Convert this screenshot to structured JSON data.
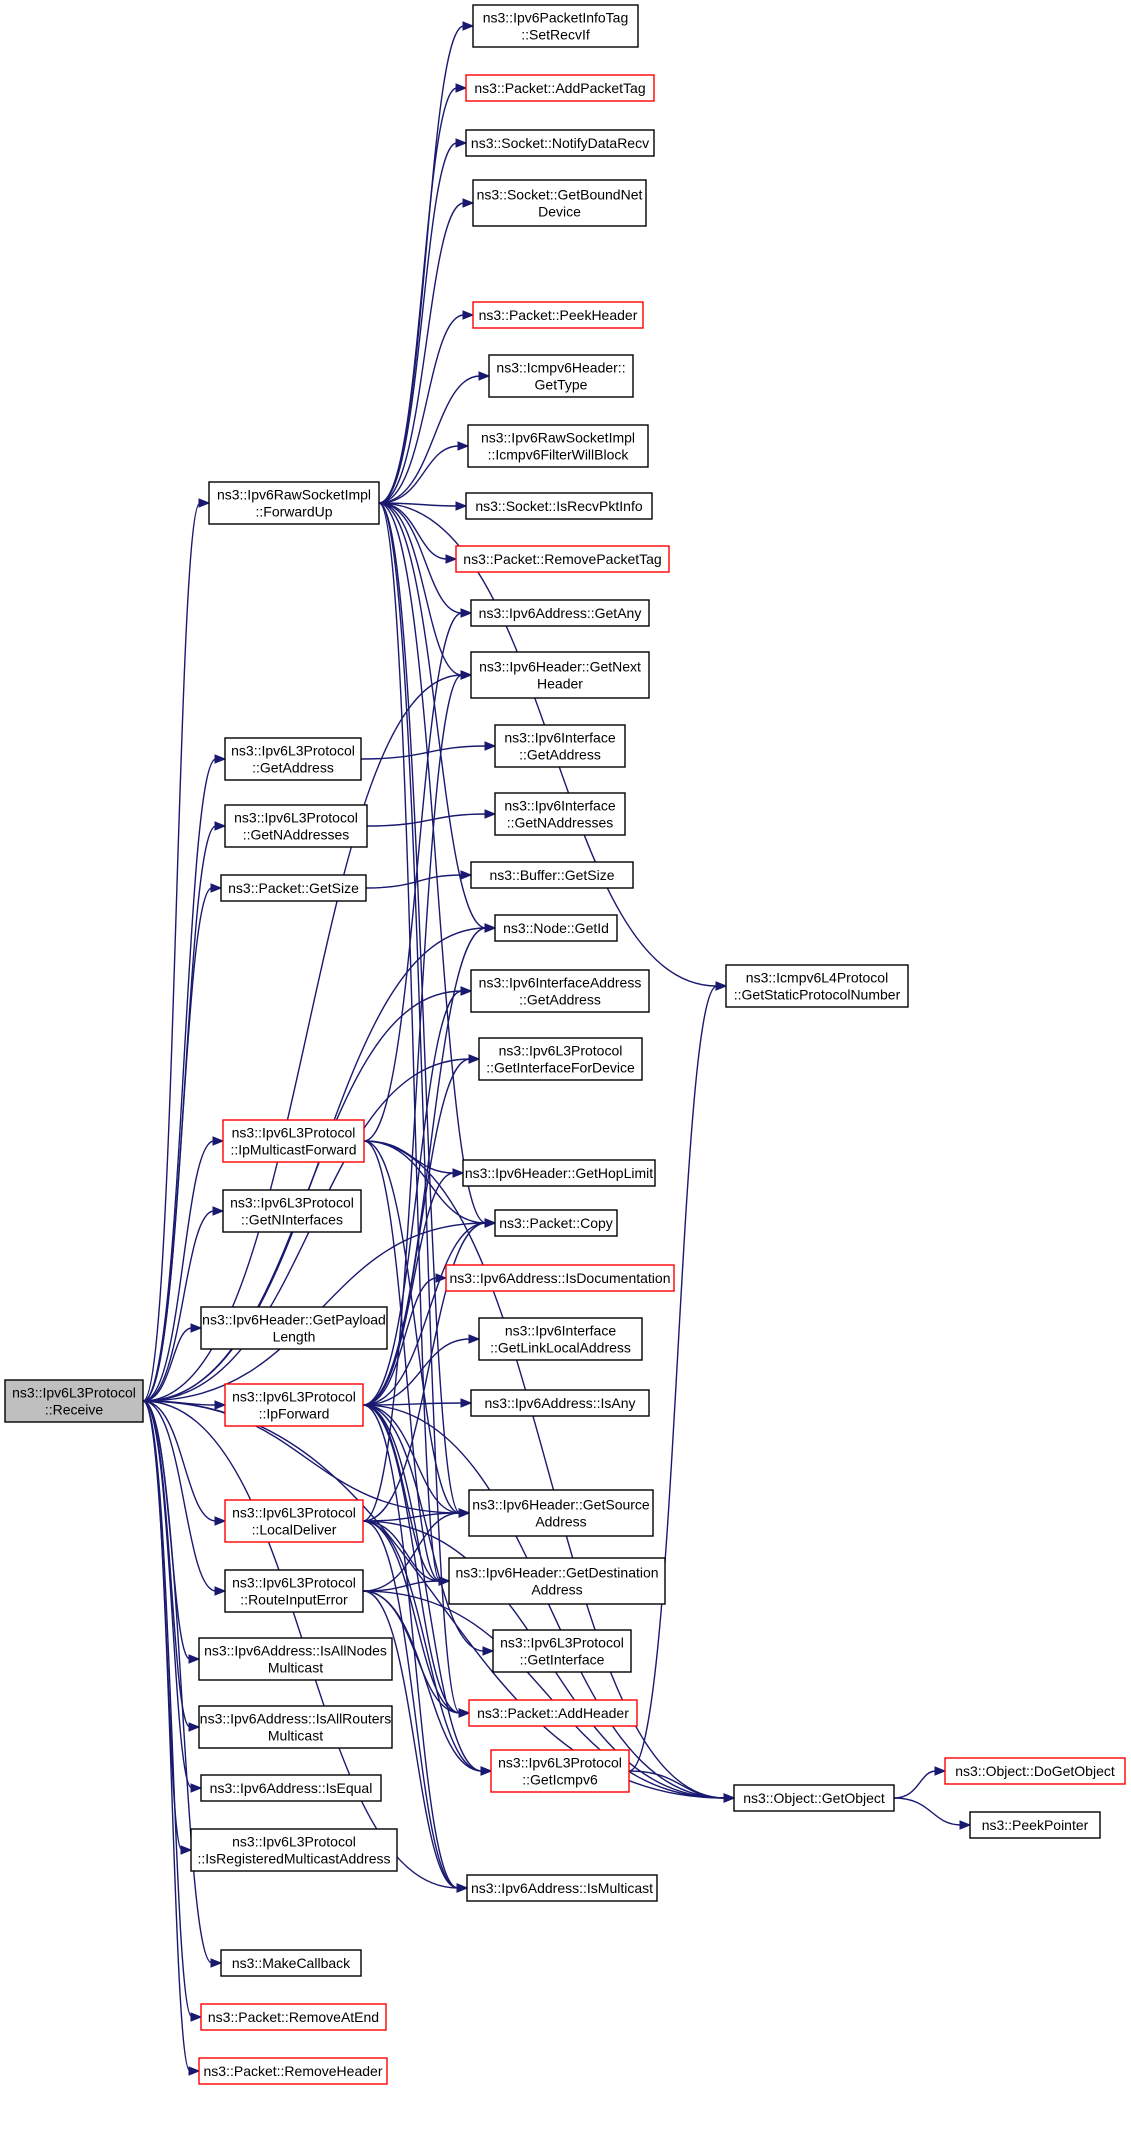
{
  "colors": {
    "edge": "#191970",
    "border_default": "#000000",
    "border_truncated": "#ff0000",
    "fill_root": "#bfbfbf",
    "fill_default": "#ffffff"
  },
  "nodes": [
    {
      "id": "receive",
      "label": [
        "ns3::Ipv6L3Protocol",
        "::Receive"
      ],
      "style": "root"
    },
    {
      "id": "fwdup",
      "label": [
        "ns3::Ipv6RawSocketImpl",
        "::ForwardUp"
      ],
      "style": "normal"
    },
    {
      "id": "getaddr",
      "label": [
        "ns3::Ipv6L3Protocol",
        "::GetAddress"
      ],
      "style": "normal"
    },
    {
      "id": "getnaddr",
      "label": [
        "ns3::Ipv6L3Protocol",
        "::GetNAddresses"
      ],
      "style": "normal"
    },
    {
      "id": "pktsize",
      "label": [
        "ns3::Packet::GetSize"
      ],
      "style": "normal"
    },
    {
      "id": "ipmcast",
      "label": [
        "ns3::Ipv6L3Protocol",
        "::IpMulticastForward"
      ],
      "style": "red"
    },
    {
      "id": "getnif",
      "label": [
        "ns3::Ipv6L3Protocol",
        "::GetNInterfaces"
      ],
      "style": "normal"
    },
    {
      "id": "payload",
      "label": [
        "ns3::Ipv6Header::GetPayload",
        "Length"
      ],
      "style": "normal"
    },
    {
      "id": "ipfwd",
      "label": [
        "ns3::Ipv6L3Protocol",
        "::IpForward"
      ],
      "style": "red"
    },
    {
      "id": "localdel",
      "label": [
        "ns3::Ipv6L3Protocol",
        "::LocalDeliver"
      ],
      "style": "red"
    },
    {
      "id": "routeerr",
      "label": [
        "ns3::Ipv6L3Protocol",
        "::RouteInputError"
      ],
      "style": "normal"
    },
    {
      "id": "allnodes",
      "label": [
        "ns3::Ipv6Address::IsAllNodes",
        "Multicast"
      ],
      "style": "normal"
    },
    {
      "id": "allrouters",
      "label": [
        "ns3::Ipv6Address::IsAllRouters",
        "Multicast"
      ],
      "style": "normal"
    },
    {
      "id": "isequal",
      "label": [
        "ns3::Ipv6Address::IsEqual"
      ],
      "style": "normal"
    },
    {
      "id": "isregmc",
      "label": [
        "ns3::Ipv6L3Protocol",
        "::IsRegisteredMulticastAddress"
      ],
      "style": "normal"
    },
    {
      "id": "makecb",
      "label": [
        "ns3::MakeCallback"
      ],
      "style": "normal"
    },
    {
      "id": "rmatend",
      "label": [
        "ns3::Packet::RemoveAtEnd"
      ],
      "style": "red"
    },
    {
      "id": "rmheader",
      "label": [
        "ns3::Packet::RemoveHeader"
      ],
      "style": "red"
    },
    {
      "id": "setrecvif",
      "label": [
        "ns3::Ipv6PacketInfoTag",
        "::SetRecvIf"
      ],
      "style": "normal"
    },
    {
      "id": "addpkttag",
      "label": [
        "ns3::Packet::AddPacketTag"
      ],
      "style": "red"
    },
    {
      "id": "notify",
      "label": [
        "ns3::Socket::NotifyDataRecv"
      ],
      "style": "normal"
    },
    {
      "id": "boundnet",
      "label": [
        "ns3::Socket::GetBoundNet",
        "Device"
      ],
      "style": "normal"
    },
    {
      "id": "peekhdr",
      "label": [
        "ns3::Packet::PeekHeader"
      ],
      "style": "red"
    },
    {
      "id": "icmptype",
      "label": [
        "ns3::Icmpv6Header::",
        "GetType"
      ],
      "style": "normal"
    },
    {
      "id": "filterblock",
      "label": [
        "ns3::Ipv6RawSocketImpl",
        "::Icmpv6FilterWillBlock"
      ],
      "style": "normal"
    },
    {
      "id": "isrecvpkt",
      "label": [
        "ns3::Socket::IsRecvPktInfo"
      ],
      "style": "normal"
    },
    {
      "id": "rmpkttag",
      "label": [
        "ns3::Packet::RemovePacketTag"
      ],
      "style": "red"
    },
    {
      "id": "getany",
      "label": [
        "ns3::Ipv6Address::GetAny"
      ],
      "style": "normal"
    },
    {
      "id": "getnext",
      "label": [
        "ns3::Ipv6Header::GetNext",
        "Header"
      ],
      "style": "normal"
    },
    {
      "id": "ifgetaddr",
      "label": [
        "ns3::Ipv6Interface",
        "::GetAddress"
      ],
      "style": "normal"
    },
    {
      "id": "ifgetnaddr",
      "label": [
        "ns3::Ipv6Interface",
        "::GetNAddresses"
      ],
      "style": "normal"
    },
    {
      "id": "bufsize",
      "label": [
        "ns3::Buffer::GetSize"
      ],
      "style": "normal"
    },
    {
      "id": "nodeid",
      "label": [
        "ns3::Node::GetId"
      ],
      "style": "normal"
    },
    {
      "id": "ifaddrget",
      "label": [
        "ns3::Ipv6InterfaceAddress",
        "::GetAddress"
      ],
      "style": "normal"
    },
    {
      "id": "getiffordev",
      "label": [
        "ns3::Ipv6L3Protocol",
        "::GetInterfaceForDevice"
      ],
      "style": "normal"
    },
    {
      "id": "hoplimit",
      "label": [
        "ns3::Ipv6Header::GetHopLimit"
      ],
      "style": "normal"
    },
    {
      "id": "pktcopy",
      "label": [
        "ns3::Packet::Copy"
      ],
      "style": "normal"
    },
    {
      "id": "isdoc",
      "label": [
        "ns3::Ipv6Address::IsDocumentation"
      ],
      "style": "red"
    },
    {
      "id": "linklocal",
      "label": [
        "ns3::Ipv6Interface",
        "::GetLinkLocalAddress"
      ],
      "style": "normal"
    },
    {
      "id": "isany",
      "label": [
        "ns3::Ipv6Address::IsAny"
      ],
      "style": "normal"
    },
    {
      "id": "srcaddr",
      "label": [
        "ns3::Ipv6Header::GetSource",
        "Address"
      ],
      "style": "normal"
    },
    {
      "id": "dstaddr",
      "label": [
        "ns3::Ipv6Header::GetDestination",
        "Address"
      ],
      "style": "normal"
    },
    {
      "id": "getif",
      "label": [
        "ns3::Ipv6L3Protocol",
        "::GetInterface"
      ],
      "style": "normal"
    },
    {
      "id": "addhdr",
      "label": [
        "ns3::Packet::AddHeader"
      ],
      "style": "red"
    },
    {
      "id": "geticmp",
      "label": [
        "ns3::Ipv6L3Protocol",
        "::GetIcmpv6"
      ],
      "style": "red"
    },
    {
      "id": "ismcast",
      "label": [
        "ns3::Ipv6Address::IsMulticast"
      ],
      "style": "normal"
    },
    {
      "id": "staticnum",
      "label": [
        "ns3::Icmpv6L4Protocol",
        "::GetStaticProtocolNumber"
      ],
      "style": "normal"
    },
    {
      "id": "getobj",
      "label": [
        "ns3::Object::GetObject"
      ],
      "style": "normal"
    },
    {
      "id": "dogetobj",
      "label": [
        "ns3::Object::DoGetObject"
      ],
      "style": "red"
    },
    {
      "id": "peekptr",
      "label": [
        "ns3::PeekPointer"
      ],
      "style": "normal"
    }
  ],
  "edges": [
    [
      "receive",
      "fwdup"
    ],
    [
      "receive",
      "getaddr"
    ],
    [
      "receive",
      "getnaddr"
    ],
    [
      "receive",
      "pktsize"
    ],
    [
      "receive",
      "ipmcast"
    ],
    [
      "receive",
      "getnif"
    ],
    [
      "receive",
      "payload"
    ],
    [
      "receive",
      "ipfwd"
    ],
    [
      "receive",
      "localdel"
    ],
    [
      "receive",
      "routeerr"
    ],
    [
      "receive",
      "allnodes"
    ],
    [
      "receive",
      "allrouters"
    ],
    [
      "receive",
      "isequal"
    ],
    [
      "receive",
      "isregmc"
    ],
    [
      "receive",
      "makecb"
    ],
    [
      "receive",
      "rmatend"
    ],
    [
      "receive",
      "rmheader"
    ],
    [
      "receive",
      "getnext"
    ],
    [
      "receive",
      "nodeid"
    ],
    [
      "receive",
      "ifaddrget"
    ],
    [
      "receive",
      "getiffordev"
    ],
    [
      "receive",
      "pktcopy"
    ],
    [
      "receive",
      "srcaddr"
    ],
    [
      "receive",
      "ismcast"
    ],
    [
      "receive",
      "getobj"
    ],
    [
      "fwdup",
      "setrecvif"
    ],
    [
      "fwdup",
      "addpkttag"
    ],
    [
      "fwdup",
      "notify"
    ],
    [
      "fwdup",
      "boundnet"
    ],
    [
      "fwdup",
      "staticnum"
    ],
    [
      "fwdup",
      "peekhdr"
    ],
    [
      "fwdup",
      "icmptype"
    ],
    [
      "fwdup",
      "filterblock"
    ],
    [
      "fwdup",
      "isrecvpkt"
    ],
    [
      "fwdup",
      "rmpkttag"
    ],
    [
      "fwdup",
      "getany"
    ],
    [
      "fwdup",
      "getnext"
    ],
    [
      "fwdup",
      "nodeid"
    ],
    [
      "fwdup",
      "pktcopy"
    ],
    [
      "fwdup",
      "srcaddr"
    ],
    [
      "fwdup",
      "dstaddr"
    ],
    [
      "fwdup",
      "addhdr"
    ],
    [
      "getaddr",
      "ifgetaddr"
    ],
    [
      "getnaddr",
      "ifgetnaddr"
    ],
    [
      "pktsize",
      "bufsize"
    ],
    [
      "ipmcast",
      "getany"
    ],
    [
      "ipmcast",
      "hoplimit"
    ],
    [
      "ipmcast",
      "pktcopy"
    ],
    [
      "ipmcast",
      "srcaddr"
    ],
    [
      "ipmcast",
      "dstaddr"
    ],
    [
      "ipmcast",
      "getobj"
    ],
    [
      "ipfwd",
      "nodeid"
    ],
    [
      "ipfwd",
      "ifaddrget"
    ],
    [
      "ipfwd",
      "getiffordev"
    ],
    [
      "ipfwd",
      "hoplimit"
    ],
    [
      "ipfwd",
      "pktcopy"
    ],
    [
      "ipfwd",
      "isdoc"
    ],
    [
      "ipfwd",
      "linklocal"
    ],
    [
      "ipfwd",
      "isany"
    ],
    [
      "ipfwd",
      "srcaddr"
    ],
    [
      "ipfwd",
      "dstaddr"
    ],
    [
      "ipfwd",
      "getif"
    ],
    [
      "ipfwd",
      "addhdr"
    ],
    [
      "ipfwd",
      "geticmp"
    ],
    [
      "ipfwd",
      "ismcast"
    ],
    [
      "ipfwd",
      "getobj"
    ],
    [
      "localdel",
      "pktcopy"
    ],
    [
      "localdel",
      "getnext"
    ],
    [
      "localdel",
      "srcaddr"
    ],
    [
      "localdel",
      "dstaddr"
    ],
    [
      "localdel",
      "addhdr"
    ],
    [
      "localdel",
      "geticmp"
    ],
    [
      "localdel",
      "ismcast"
    ],
    [
      "localdel",
      "getobj"
    ],
    [
      "routeerr",
      "srcaddr"
    ],
    [
      "routeerr",
      "dstaddr"
    ],
    [
      "routeerr",
      "addhdr"
    ],
    [
      "routeerr",
      "geticmp"
    ],
    [
      "routeerr",
      "ismcast"
    ],
    [
      "routeerr",
      "getobj"
    ],
    [
      "geticmp",
      "staticnum"
    ],
    [
      "geticmp",
      "getobj"
    ],
    [
      "getobj",
      "dogetobj"
    ],
    [
      "getobj",
      "peekptr"
    ]
  ]
}
